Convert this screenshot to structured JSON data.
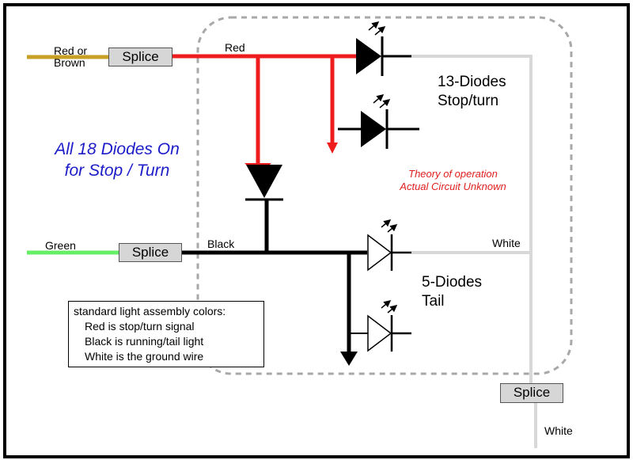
{
  "wires": {
    "red_or_brown_line1": "Red or",
    "red_or_brown_line2": "Brown",
    "red": "Red",
    "green": "Green",
    "black": "Black",
    "white_right": "White",
    "white_bottom": "White"
  },
  "splices": {
    "top": "Splice",
    "middle": "Splice",
    "bottom": "Splice"
  },
  "groups": {
    "stop_turn_line1": "13-Diodes",
    "stop_turn_line2": "Stop/turn",
    "tail_line1": "5-Diodes",
    "tail_line2": "Tail"
  },
  "headline": {
    "line1": "All 18 Diodes On",
    "line2": "for Stop / Turn"
  },
  "note": {
    "line1": "Theory of operation",
    "line2": "Actual Circuit Unknown"
  },
  "legend": {
    "title": "standard light assembly colors:",
    "items": [
      "Red is stop/turn signal",
      "Black is running/tail light",
      "White is the ground wire"
    ]
  },
  "colors": {
    "red_wire": "#ee1c1c",
    "brown_wire": "#c8a028",
    "green_wire": "#66ee66",
    "white_wire": "#d8d8d8",
    "black_wire": "#000000",
    "headline_blue": "#1c1cc8",
    "note_red": "#e02020",
    "splice_fill": "#d6d6d6"
  }
}
